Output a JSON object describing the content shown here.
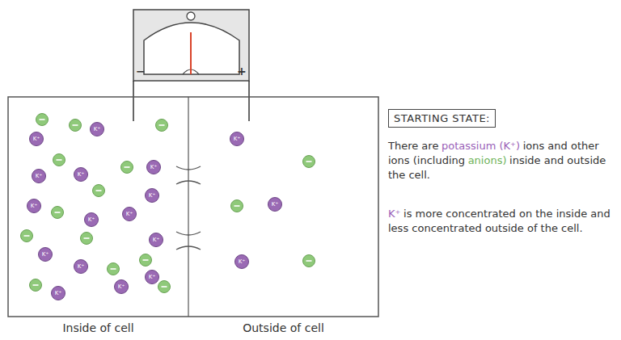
{
  "diagram": {
    "nodes": [
      {
        "text": [
          "Inside of cell"
        ]
      },
      {
        "text": [
          "K⁺"
        ],
        "in": 0
      },
      {
        "text": [
          "K⁺"
        ],
        "in": 0
      },
      {
        "text": [
          "K⁺"
        ],
        "in": 0
      },
      {
        "text": [
          "K⁺"
        ],
        "in": 0
      },
      {
        "text": [
          "K⁺"
        ],
        "in": 0
      },
      {
        "text": [
          "K⁺"
        ],
        "in": 0
      },
      {
        "text": [
          "K⁺"
        ],
        "in": 0
      },
      {
        "text": [
          "K⁺"
        ],
        "in": 0
      },
      {
        "text": [
          "K⁺"
        ],
        "in": 0
      },
      {
        "text": [
          "K⁺"
        ],
        "in": 0
      },
      {
        "text": [
          "K⁺"
        ],
        "in": 0
      },
      {
        "text": [
          "K⁺"
        ],
        "in": 0
      },
      {
        "text": [
          "K⁺"
        ],
        "in": 0
      },
      {
        "text": [
          "K⁺"
        ],
        "in": 0
      },
      {
        "text": [
          "K⁺"
        ],
        "in": 0
      },
      {
        "text": [
          "Outside of cell"
        ]
      },
      {
        "text": [
          "K⁺"
        ],
        "in": 16
      },
      {
        "text": [
          "K⁺"
        ],
        "in": 16
      },
      {
        "text": [
          "K⁺"
        ],
        "in": 16
      },
      {
        "text": [
          "STARTING STATE:"
        ]
      }
    ],
    "labels": [
      "−",
      "+",
      "There are",
      "potassium (K⁺)",
      "ions and other ions (including",
      "anions)",
      "inside and outside the cell.",
      "K⁺",
      "is more concentrated on the inside and less concentrated outside of the cell."
    ]
  }
}
